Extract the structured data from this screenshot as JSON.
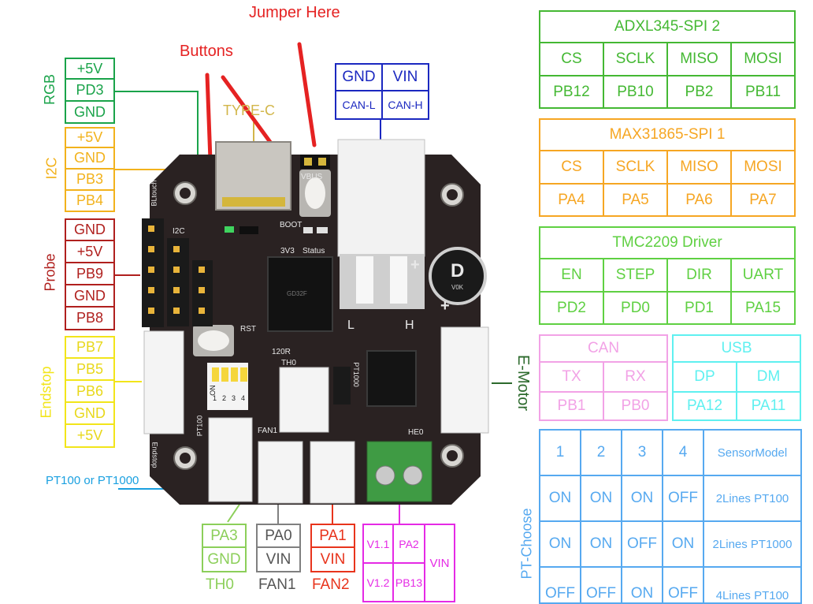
{
  "annotations": {
    "jumper_here": "Jumper Here",
    "buttons": "Buttons",
    "pt100_or_pt1000": "PT100 or PT1000"
  },
  "board": {
    "usb_label": "TYPE-C",
    "silk": {
      "vbus": "VBUS",
      "boot": "BOOT",
      "v3v3": "3V3",
      "status": "Status",
      "bltouch": "BLtouch",
      "i2c": "I2C",
      "rst": "RST",
      "r120": "120R",
      "th0": "TH0",
      "pt1000": "PT1000",
      "fan1": "FAN1",
      "pt100": "PT100",
      "he0": "HE0",
      "endstop": "Endstop",
      "cap_letter": "D",
      "cap_text": "V0K",
      "chip_text": "GD32F",
      "dip_on": "ON",
      "dip_numbers": [
        "1",
        "2",
        "3",
        "4"
      ],
      "l_mark": "L",
      "h_mark": "H",
      "plus_mark": "+"
    },
    "colors": {
      "pcb": "#2a2222",
      "rgb": "#1aa34a",
      "i2c": "#f2b21c",
      "probe": "#b0201e",
      "endstop": "#f2e51a",
      "can_main": "#1b28c0",
      "spi2": "#44b833",
      "spi1": "#f6a623",
      "tmc": "#5fd042",
      "can_small": "#f2a2e6",
      "usb": "#5ff0f0",
      "pt": "#56a9f0",
      "motor": "#2c6a2c",
      "th0": "#8ccf5a",
      "fan1": "#808080",
      "fan2": "#e8341c",
      "he0": "#e52ae5",
      "annotation": "#e52222"
    }
  },
  "left_headers": {
    "rgb": {
      "title": "RGB",
      "pins": [
        "+5V",
        "PD3",
        "GND"
      ]
    },
    "i2c": {
      "title": "I2C",
      "pins": [
        "+5V",
        "GND",
        "PB3",
        "PB4"
      ]
    },
    "probe": {
      "title": "Probe",
      "pins": [
        "GND",
        "+5V",
        "PB9",
        "GND",
        "PB8"
      ]
    },
    "endstop": {
      "title": "Endstop",
      "pins": [
        "PB7",
        "PB5",
        "PB6",
        "GND",
        "+5V"
      ]
    }
  },
  "can_main": {
    "row1": [
      "GND",
      "VIN"
    ],
    "row2": [
      "CAN-L",
      "CAN-H"
    ]
  },
  "adxl": {
    "title": "ADXL345-SPI 2",
    "head": [
      "CS",
      "SCLK",
      "MISO",
      "MOSI"
    ],
    "pins": [
      "PB12",
      "PB10",
      "PB2",
      "PB11"
    ]
  },
  "max31865": {
    "title": "MAX31865-SPI 1",
    "head": [
      "CS",
      "SCLK",
      "MISO",
      "MOSI"
    ],
    "pins": [
      "PA4",
      "PA5",
      "PA6",
      "PA7"
    ]
  },
  "tmc2209": {
    "title": "TMC2209 Driver",
    "head": [
      "EN",
      "STEP",
      "DIR",
      "UART"
    ],
    "pins": [
      "PD2",
      "PD0",
      "PD1",
      "PA15"
    ]
  },
  "can_small": {
    "title": "CAN",
    "head": [
      "TX",
      "RX"
    ],
    "pins": [
      "PB1",
      "PB0"
    ]
  },
  "usb": {
    "title": "USB",
    "head": [
      "DP",
      "DM"
    ],
    "pins": [
      "PA12",
      "PA11"
    ]
  },
  "emotor": {
    "label": "E-Motor"
  },
  "pt_choose": {
    "label": "PT-Choose",
    "head": [
      "1",
      "2",
      "3",
      "4",
      "SensorModel"
    ],
    "rows": [
      [
        "ON",
        "ON",
        "ON",
        "OFF",
        "2Lines PT100"
      ],
      [
        "ON",
        "ON",
        "OFF",
        "ON",
        "2Lines PT1000"
      ],
      [
        "OFF",
        "OFF",
        "ON",
        "OFF",
        "4Lines PT100"
      ]
    ]
  },
  "bottom": {
    "th0": {
      "pins": [
        "PA3",
        "GND"
      ],
      "label": "TH0"
    },
    "fan1": {
      "pins": [
        "PA0",
        "VIN"
      ],
      "label": "FAN1"
    },
    "fan2": {
      "pins": [
        "PA1",
        "VIN"
      ],
      "label": "FAN2"
    },
    "he0": {
      "left": [
        "V1.1",
        "V1.2"
      ],
      "mid": [
        "PA2",
        "PB13"
      ],
      "right": "VIN"
    }
  }
}
